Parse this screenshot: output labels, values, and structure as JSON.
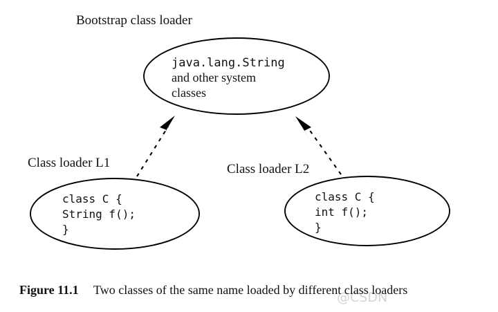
{
  "figure": {
    "bootstrap_label": "Bootstrap class loader",
    "loader_l1_label": "Class loader L1",
    "loader_l2_label": "Class loader L2",
    "bootstrap_node": {
      "line1_mono": "java.lang.String",
      "line2": "and other system",
      "line3": "classes"
    },
    "node_l1": {
      "line1": "class C {",
      "line2": " String f();",
      "line3": "}"
    },
    "node_l2": {
      "line1": "class C {",
      "line2": " int f();",
      "line3": "}"
    },
    "caption": {
      "number": "Figure 11.1",
      "text": "Two classes of the same name loaded by different class loaders"
    },
    "watermark": "@CSDN",
    "colors": {
      "background": "#ffffff",
      "ink": "#000000",
      "text": "#111111",
      "watermark": "#c9cdd2"
    }
  }
}
